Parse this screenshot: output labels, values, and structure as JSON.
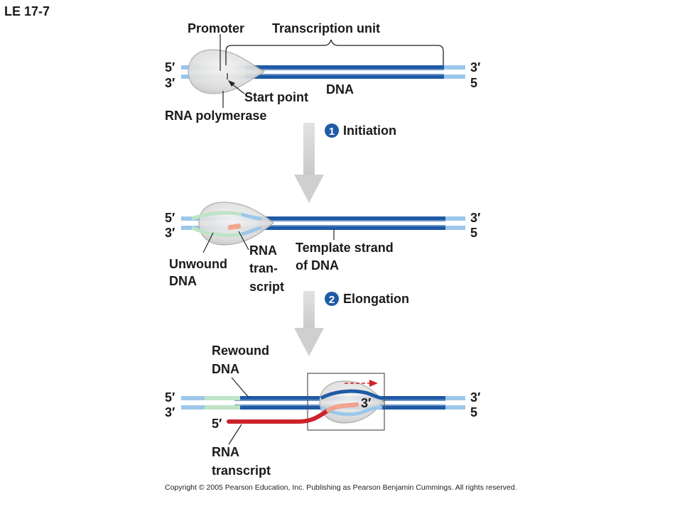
{
  "figure_id": "LE 17-7",
  "labels": {
    "promoter": "Promoter",
    "transcription_unit": "Transcription unit",
    "dna": "DNA",
    "start_point": "Start point",
    "rna_polymerase": "RNA polymerase",
    "unwound_dna_1": "Unwound",
    "unwound_dna_2": "DNA",
    "rna_transcript_1": "RNA",
    "rna_transcript_2": "tran-",
    "rna_transcript_3": "script",
    "template_strand_1": "Template strand",
    "template_strand_2": "of DNA",
    "rewound_dna_1": "Rewound",
    "rewound_dna_2": "DNA",
    "rna_transcript_b1": "RNA",
    "rna_transcript_b2": "transcript",
    "five_prime_rna": "5′",
    "three_prime_rna": "3′"
  },
  "ends": {
    "left_top": "5′",
    "left_bottom": "3′",
    "right_top": "3′",
    "right_bottom": "5"
  },
  "steps": [
    {
      "number": "1",
      "name": "Initiation"
    },
    {
      "number": "2",
      "name": "Elongation"
    }
  ],
  "colors": {
    "dna_dark": "#1f5aa6",
    "dna_light": "#9cc7ea",
    "promoter": "#bfe3c6",
    "polymerase": "#d9d9d9",
    "rna": "#cc2229",
    "rna_light": "#f2a48e",
    "arrow": "#d0d0d0"
  },
  "copyright": "Copyright © 2005 Pearson Education, Inc. Publishing as Pearson Benjamin Cummings. All rights reserved."
}
